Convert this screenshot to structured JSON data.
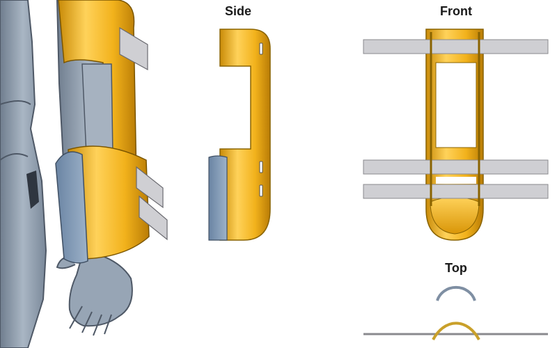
{
  "labels": {
    "side": "Side",
    "front": "Front",
    "top": "Top"
  },
  "colors": {
    "gold": "#f2b21c",
    "gold_dark": "#c98b08",
    "gold_light": "#ffd25a",
    "strap_gray": "#cfcfd3",
    "strap_edge": "#8a8a8e",
    "body_blue_gray": "#8d9cad",
    "body_dark": "#4e5866",
    "insert_blue": "#7f98b5",
    "background": "#ffffff"
  },
  "icons": {
    "model": "arm-with-brace-render",
    "side_view": "brace-side-view",
    "front_view": "brace-front-view",
    "top_view": "brace-top-view"
  }
}
